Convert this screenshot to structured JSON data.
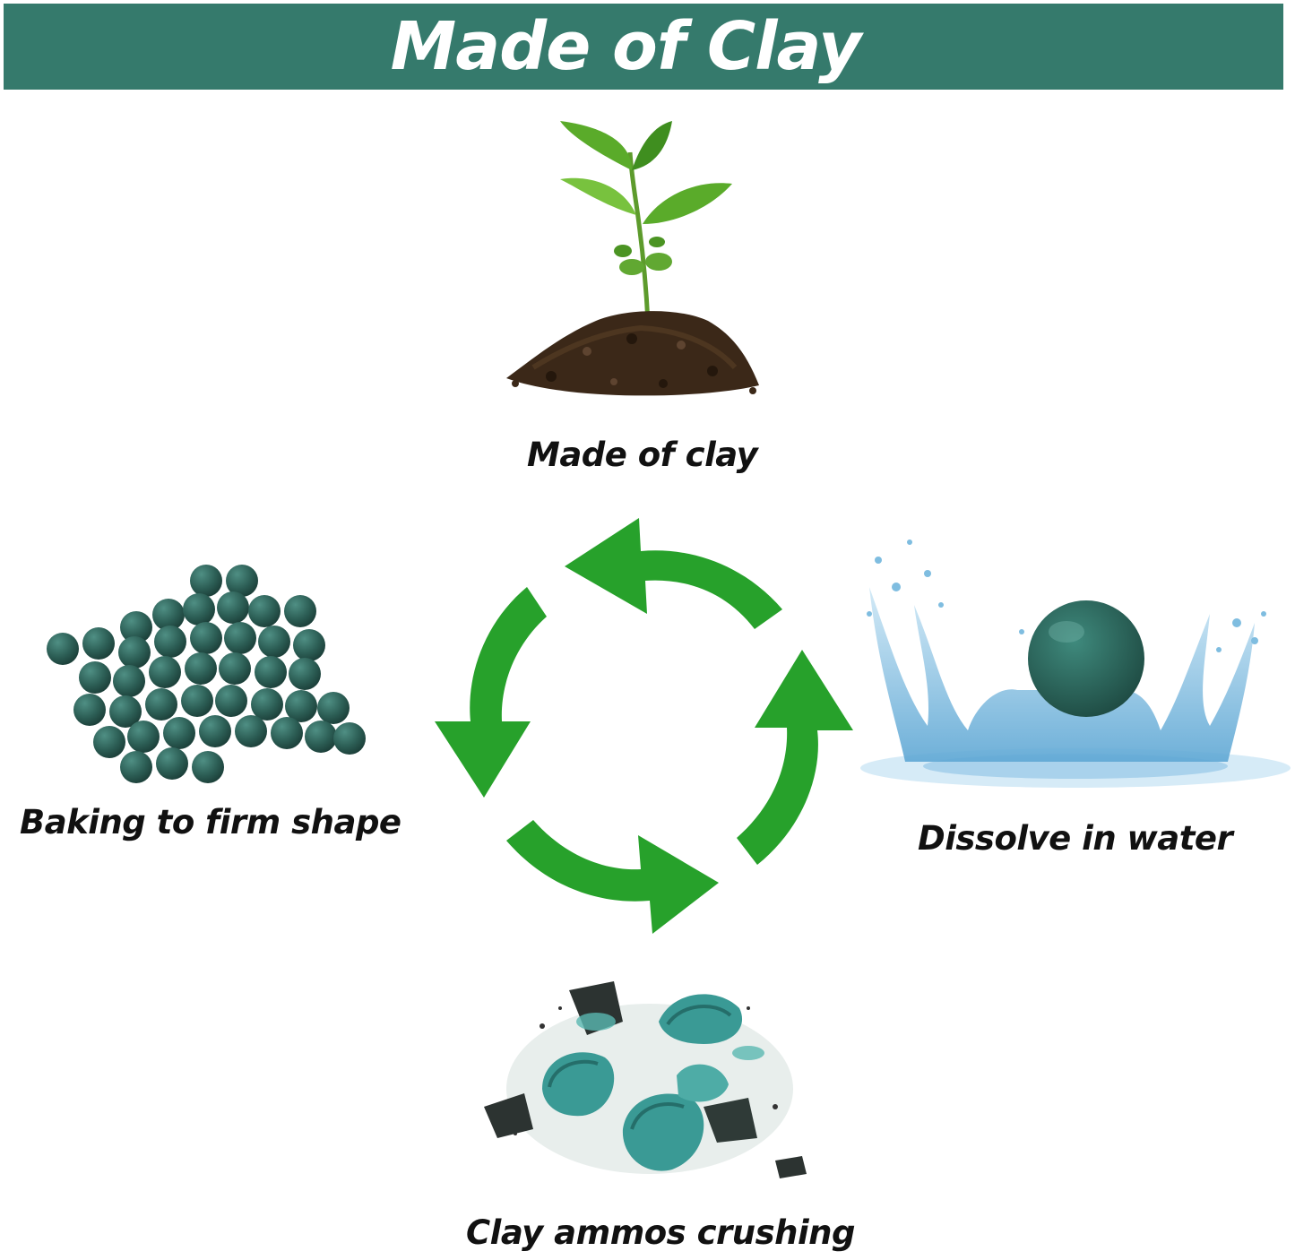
{
  "header": {
    "title": "Made of Clay"
  },
  "steps": {
    "top": {
      "label": "Made of clay",
      "image": "sprouting-plant-in-soil"
    },
    "right": {
      "label": "Dissolve in water",
      "image": "clay-ball-water-splash"
    },
    "bottom": {
      "label": "Clay ammos crushing",
      "image": "crushed-clay-shells"
    },
    "left": {
      "label": "Baking to firm shape",
      "image": "pile-of-clay-balls"
    }
  },
  "colors": {
    "banner": "#357a6c",
    "arrow": "#27a12b",
    "clay": "#2c5e55",
    "clay_crushed": "#3a9a95",
    "soil": "#3e2a1a",
    "leaf": "#4fa12a",
    "water": "#6fb3d8"
  }
}
